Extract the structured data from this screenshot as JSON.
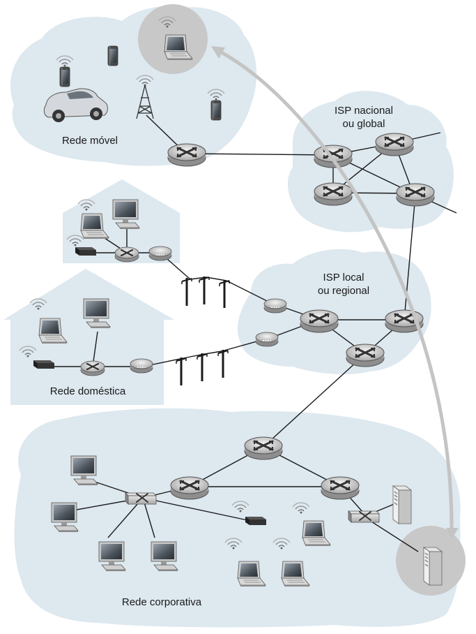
{
  "labels": {
    "mobile": "Rede móvel",
    "isp_national_line1": "ISP nacional",
    "isp_national_line2": "ou global",
    "isp_local_line1": "ISP local",
    "isp_local_line2": "ou regional",
    "home": "Rede doméstica",
    "corporate": "Rede corporativa"
  },
  "icons": {
    "router": "router-icon",
    "switch": "switch-icon",
    "laptop": "laptop-icon",
    "desktop": "desktop-icon",
    "phone": "smartphone-icon",
    "server": "server-icon",
    "modem": "modem-icon",
    "wireless_ap": "wireless-access-point-icon",
    "cell_tower": "cell-tower-icon",
    "car": "car-icon",
    "utility_pole": "utility-pole-icon"
  },
  "colors": {
    "region_fill": "#dde8ef",
    "highlight_circle": "#c8c8c8",
    "end_to_end_arrow": "#c4c4c4",
    "link": "#1a1a1a"
  }
}
